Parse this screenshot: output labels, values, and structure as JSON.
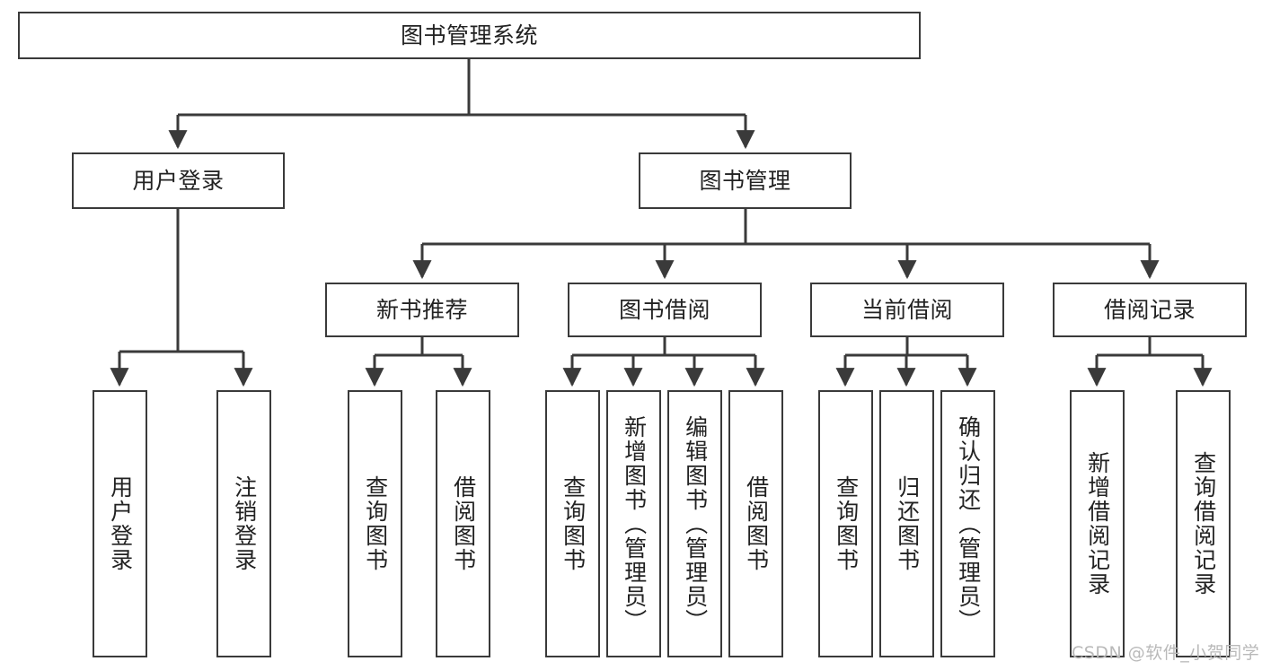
{
  "diagram": {
    "type": "tree-hierarchy",
    "title": "图书管理系统",
    "nodes": {
      "root": {
        "label": "图书管理系统",
        "level": 1
      },
      "user_login": {
        "label": "用户登录",
        "level": 2
      },
      "book_manage": {
        "label": "图书管理",
        "level": 2
      },
      "new_book_rec": {
        "label": "新书推荐",
        "level": 3
      },
      "book_borrow": {
        "label": "图书借阅",
        "level": 3
      },
      "current_borrow": {
        "label": "当前借阅",
        "level": 3
      },
      "borrow_record": {
        "label": "借阅记录",
        "level": 3
      },
      "leaf_user_login": {
        "label": "用户登录",
        "level": 4
      },
      "leaf_logout": {
        "label": "注销登录",
        "level": 4
      },
      "leaf_query_book_1": {
        "label": "查询图书",
        "level": 4
      },
      "leaf_borrow_book_1": {
        "label": "借阅图书",
        "level": 4
      },
      "leaf_query_book_2": {
        "label": "查询图书",
        "level": 4
      },
      "leaf_add_book": {
        "label": "新增图书（管理员）",
        "level": 4
      },
      "leaf_edit_book": {
        "label": "编辑图书（管理员）",
        "level": 4
      },
      "leaf_borrow_book_2": {
        "label": "借阅图书",
        "level": 4
      },
      "leaf_query_book_3": {
        "label": "查询图书",
        "level": 4
      },
      "leaf_return_book": {
        "label": "归还图书",
        "level": 4
      },
      "leaf_confirm_return": {
        "label": "确认归还（管理员）",
        "level": 4
      },
      "leaf_add_record": {
        "label": "新增借阅记录",
        "level": 4
      },
      "leaf_query_record": {
        "label": "查询借阅记录",
        "level": 4
      }
    },
    "edges": [
      {
        "from": "root",
        "to": "user_login"
      },
      {
        "from": "root",
        "to": "book_manage"
      },
      {
        "from": "book_manage",
        "to": "new_book_rec"
      },
      {
        "from": "book_manage",
        "to": "book_borrow"
      },
      {
        "from": "book_manage",
        "to": "current_borrow"
      },
      {
        "from": "book_manage",
        "to": "borrow_record"
      },
      {
        "from": "user_login",
        "to": "leaf_user_login"
      },
      {
        "from": "user_login",
        "to": "leaf_logout"
      },
      {
        "from": "new_book_rec",
        "to": "leaf_query_book_1"
      },
      {
        "from": "new_book_rec",
        "to": "leaf_borrow_book_1"
      },
      {
        "from": "book_borrow",
        "to": "leaf_query_book_2"
      },
      {
        "from": "book_borrow",
        "to": "leaf_add_book"
      },
      {
        "from": "book_borrow",
        "to": "leaf_edit_book"
      },
      {
        "from": "book_borrow",
        "to": "leaf_borrow_book_2"
      },
      {
        "from": "current_borrow",
        "to": "leaf_query_book_3"
      },
      {
        "from": "current_borrow",
        "to": "leaf_return_book"
      },
      {
        "from": "current_borrow",
        "to": "leaf_confirm_return"
      },
      {
        "from": "borrow_record",
        "to": "leaf_add_record"
      },
      {
        "from": "borrow_record",
        "to": "leaf_query_record"
      }
    ],
    "colors": {
      "border": "#3a3a3a",
      "background": "#ffffff",
      "text": "#222222",
      "watermark": "#b9b9b9"
    }
  },
  "watermark": {
    "text": "CSDN @软件_小贺同学"
  }
}
